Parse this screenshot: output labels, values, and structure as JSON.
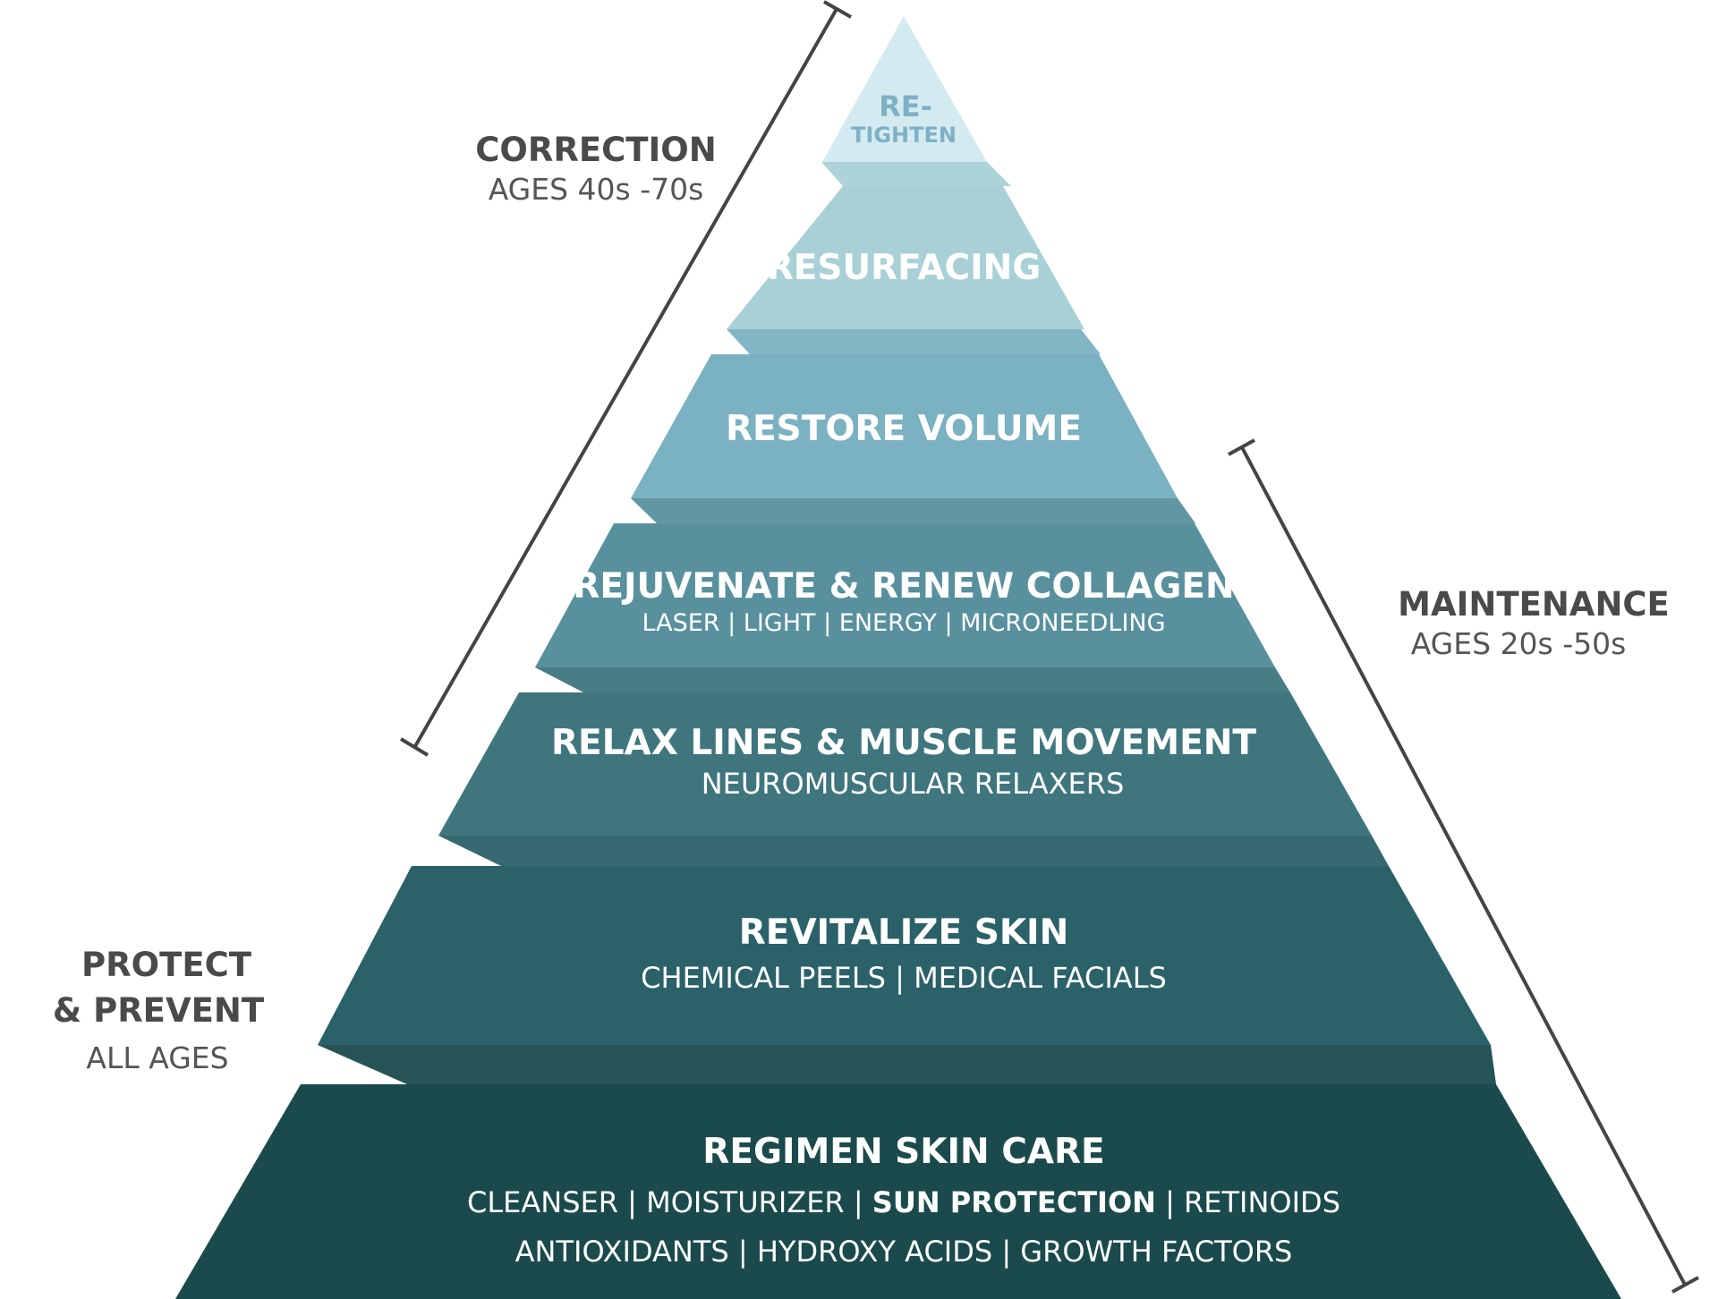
{
  "colors": {
    "tier_top": "#d3ebf0",
    "tier_2": "#a9d0d7",
    "tier_3": "#7bb2c2",
    "tier_4": "#58919d",
    "tier_5": "#3f767e",
    "tier_6": "#2b6169",
    "tier_7": "#1a4a4c",
    "top_text": "#7fb0c6",
    "bracket": "#444444"
  },
  "tiers": {
    "retighten": {
      "line1": "RE-",
      "line2": "TIGHTEN"
    },
    "resurfacing": {
      "title": "RESURFACING"
    },
    "restore_volume": {
      "title": "RESTORE VOLUME"
    },
    "rejuvenate": {
      "title": "REJUVENATE & RENEW COLLAGEN",
      "sub": "LASER | LIGHT | ENERGY | MICRONEEDLING"
    },
    "relax": {
      "title": "RELAX LINES & MUSCLE MOVEMENT",
      "sub": "NEUROMUSCULAR RELAXERS"
    },
    "revitalize": {
      "title": "REVITALIZE SKIN",
      "sub": "CHEMICAL PEELS | MEDICAL FACIALS"
    },
    "regimen": {
      "title": "REGIMEN SKIN CARE",
      "line1_a": "CLEANSER | MOISTURIZER | ",
      "line1_bold": "SUN PROTECTION",
      "line1_b": " | RETINOIDS",
      "line2": "ANTIOXIDANTS | HYDROXY ACIDS | GROWTH FACTORS"
    }
  },
  "side_labels": {
    "correction": {
      "title": "CORRECTION",
      "ages": "AGES 40s -70s"
    },
    "maintenance": {
      "title": "MAINTENANCE",
      "ages": "AGES 20s -50s"
    },
    "protect": {
      "line1": "PROTECT",
      "line2": "& PREVENT",
      "ages": "ALL AGES"
    }
  }
}
